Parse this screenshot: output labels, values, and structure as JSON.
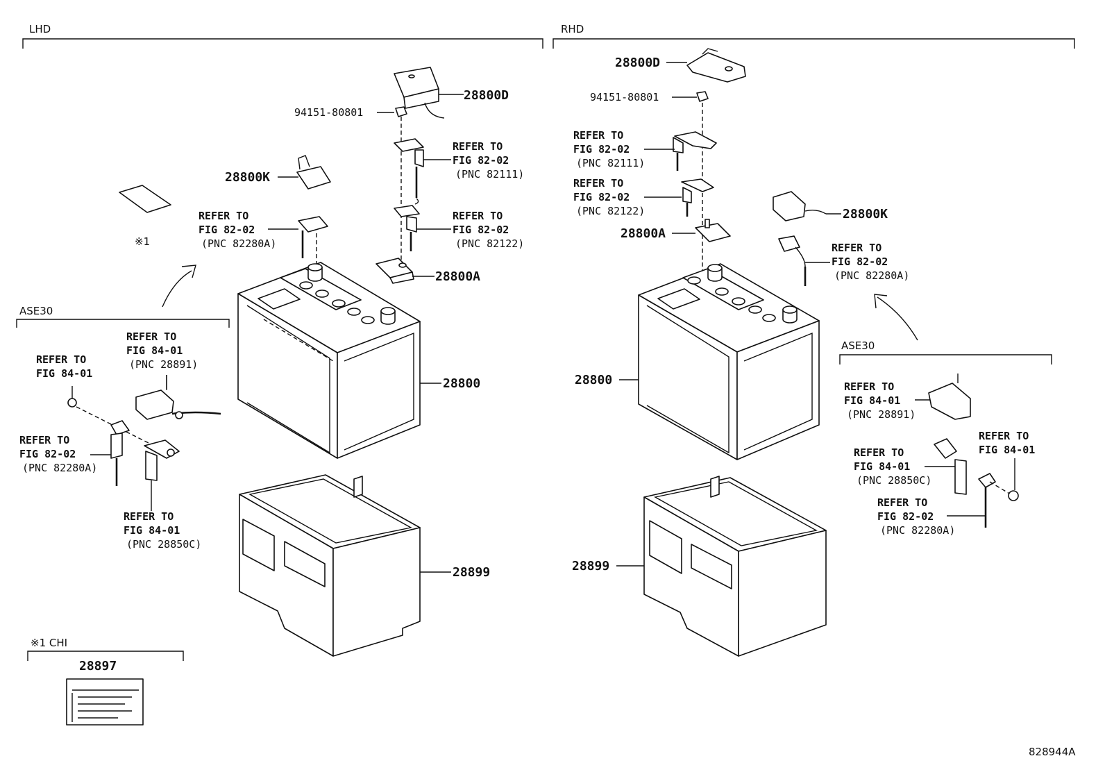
{
  "sections": {
    "lhd": "LHD",
    "rhd": "RHD",
    "ase30_left": "ASE30",
    "ase30_right": "ASE30",
    "chi": "※1 CHI"
  },
  "marks": {
    "note1": "※1"
  },
  "figure_id": "828944A",
  "parts_lhd": {
    "p28800D": "28800D",
    "p94151": "94151-80801",
    "p28800K": "28800K",
    "p28800A": "28800A",
    "p28800": "28800",
    "p28899": "28899",
    "p28897": "28897"
  },
  "parts_rhd": {
    "p28800D": "28800D",
    "p94151": "94151-80801",
    "p28800A": "28800A",
    "p28800K": "28800K",
    "p28800": "28800",
    "p28899": "28899"
  },
  "refs_lhd": [
    {
      "l1": "REFER TO",
      "l2": "FIG 82-02",
      "l3": "(PNC 82111)"
    },
    {
      "l1": "REFER TO",
      "l2": "FIG 82-02",
      "l3": "(PNC 82122)"
    },
    {
      "l1": "REFER TO",
      "l2": "FIG 82-02",
      "l3": "(PNC 82280A)"
    },
    {
      "l1": "REFER TO",
      "l2": "FIG 84-01",
      "l3": "(PNC 28891)"
    },
    {
      "l1": "REFER TO",
      "l2": "FIG 84-01",
      "l3": ""
    },
    {
      "l1": "REFER TO",
      "l2": "FIG 82-02",
      "l3": "(PNC 82280A)"
    },
    {
      "l1": "REFER TO",
      "l2": "FIG 84-01",
      "l3": "(PNC 28850C)"
    }
  ],
  "refs_rhd": [
    {
      "l1": "REFER TO",
      "l2": "FIG 82-02",
      "l3": "(PNC 82111)"
    },
    {
      "l1": "REFER TO",
      "l2": "FIG 82-02",
      "l3": "(PNC 82122)"
    },
    {
      "l1": "REFER TO",
      "l2": "FIG 82-02",
      "l3": "(PNC 82280A)"
    },
    {
      "l1": "REFER TO",
      "l2": "FIG 84-01",
      "l3": "(PNC 28891)"
    },
    {
      "l1": "REFER TO",
      "l2": "FIG 84-01",
      "l3": "(PNC 28850C)"
    },
    {
      "l1": "REFER TO",
      "l2": "FIG 84-01",
      "l3": ""
    },
    {
      "l1": "REFER TO",
      "l2": "FIG 82-02",
      "l3": "(PNC 82280A)"
    }
  ]
}
